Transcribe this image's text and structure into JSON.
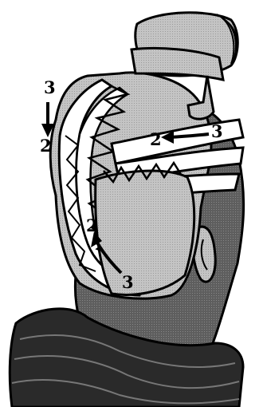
{
  "labels": {
    "left_top": "3",
    "left_bottom": "2",
    "right_start": "3",
    "right_end": "2",
    "face_start": "3",
    "face_end": "2"
  },
  "colors": {
    "ink": "#000000",
    "skin_shade": "#6b6b6b",
    "fabric_gray": "#bdbdbd",
    "light_gray": "#d6d6d6",
    "scarf": "#262626",
    "bandage": "#ffffff"
  }
}
